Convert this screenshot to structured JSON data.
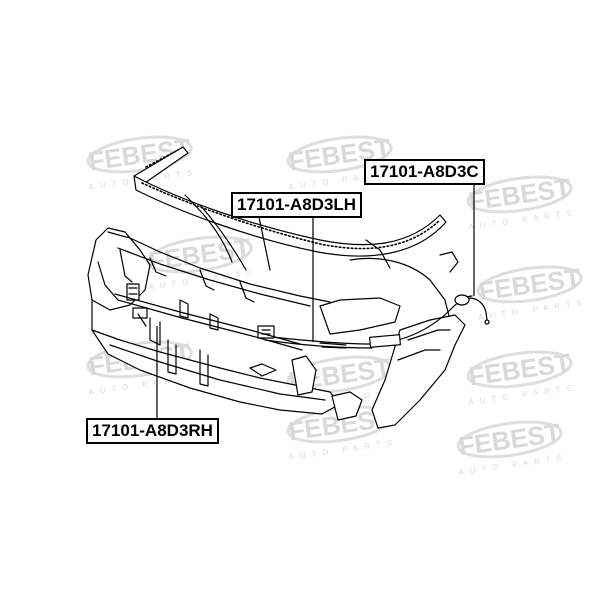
{
  "watermark": {
    "brand": "FEBEST",
    "tagline": "AUTO PARTS",
    "color": "#d9d9d9"
  },
  "callouts": [
    {
      "id": "c",
      "part_number": "17101-A8D3C"
    },
    {
      "id": "lh",
      "part_number": "17101-A8D3LH"
    },
    {
      "id": "rh",
      "part_number": "17101-A8D3RH"
    }
  ],
  "colors": {
    "line": "#000000",
    "background": "#ffffff"
  }
}
